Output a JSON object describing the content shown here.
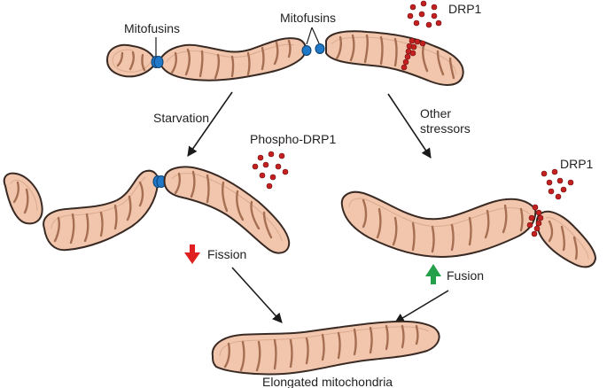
{
  "labels": {
    "mitofusins_left": "Mitofusins",
    "mitofusins_right": "Mitofusins",
    "drp1_top": "DRP1",
    "starvation": "Starvation",
    "phospho_drp1": "Phospho-DRP1",
    "other_stressors_line1": "Other",
    "other_stressors_line2": "stressors",
    "drp1_right": "DRP1",
    "fission": "Fission",
    "fusion": "Fusion",
    "elongated": "Elongated mitochondria"
  },
  "colors": {
    "mito_fill": "#f1c6ad",
    "crista": "#a66f52",
    "drp1": "#c42020",
    "mitofusin": "#1f78c8",
    "down_arrow": "#e02020",
    "up_arrow": "#25a04a"
  }
}
